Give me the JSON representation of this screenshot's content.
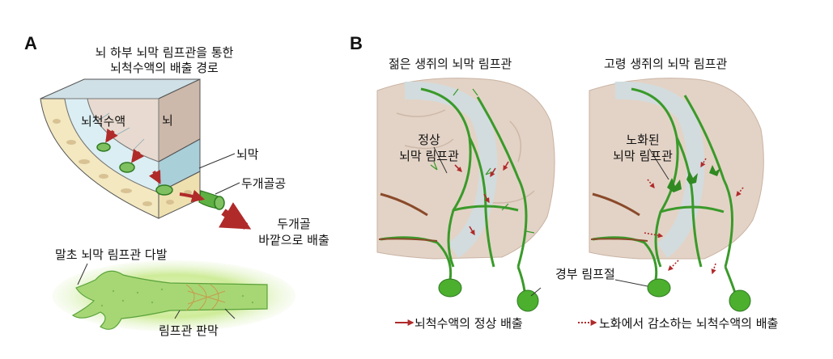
{
  "panel_a": {
    "letter": "A",
    "title_line1": "뇌 하부 뇌막 림프관을 통한",
    "title_line2": "뇌척수액의 배출 경로",
    "csf_label": "뇌척수액",
    "brain_label": "뇌",
    "meninges_label": "뇌막",
    "foramen_label": "두개골공",
    "outside_line1": "두개골",
    "outside_line2": "바깥으로 배출",
    "terminal_label": "말초 뇌막 림프관 다발",
    "valve_label": "림프관 판막"
  },
  "panel_b": {
    "letter": "B",
    "young_title": "젊은 생쥐의 뇌막 림프관",
    "old_title": "고령 생쥐의 뇌막 림프관",
    "normal_line1": "정상",
    "normal_line2": "뇌막 림프관",
    "aged_line1": "노화된",
    "aged_line2": "뇌막 림프관",
    "node_label": "경부 림프절",
    "legend_normal": "뇌척수액의 정상 배출",
    "legend_reduced": "노화에서 감소하는 뇌척수액의  배출"
  },
  "colors": {
    "arrow_red": "#b02a2a",
    "vessel_green": "#3a9a2a",
    "node_green": "#4caf2e",
    "brain_tan": "#e3d3c6",
    "bone_yellow": "#f3e8c0"
  }
}
